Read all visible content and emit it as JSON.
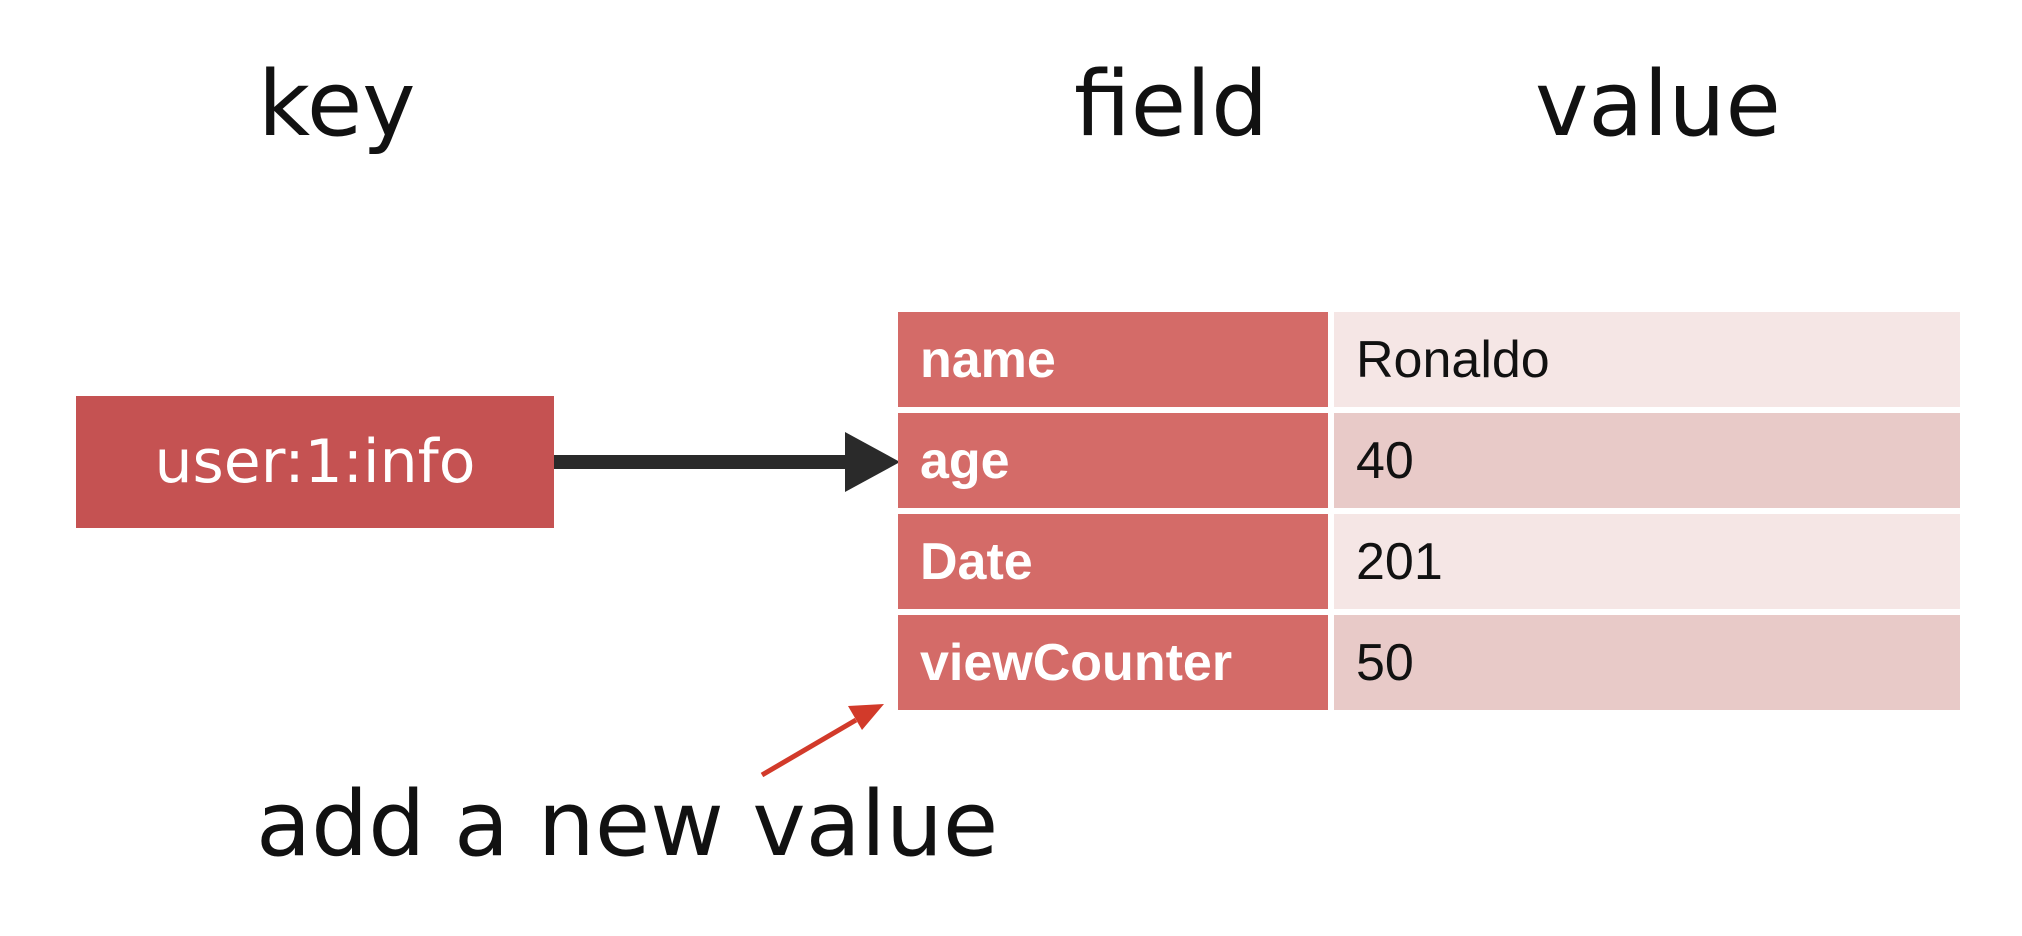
{
  "headers": {
    "key": "key",
    "field": "field",
    "value": "value"
  },
  "key_name": "user:1:info",
  "rows": [
    {
      "field": "name",
      "value": "Ronaldo"
    },
    {
      "field": "age",
      "value": "40"
    },
    {
      "field": "Date",
      "value": "201"
    },
    {
      "field": "viewCounter",
      "value": "50"
    }
  ],
  "annotation": "add a new value",
  "colors": {
    "key_box": "#c55252",
    "field_cell": "#d46b68",
    "value_cell_light": "#f5e6e5",
    "value_cell_dark": "#e8cac8",
    "main_arrow": "#2a2a2a",
    "annotation_arrow": "#d23a2a"
  }
}
